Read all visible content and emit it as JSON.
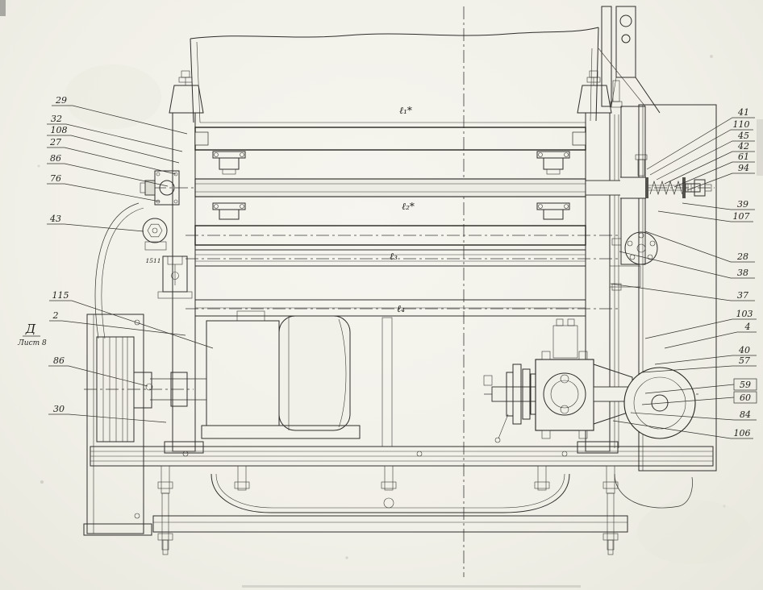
{
  "drawing": {
    "view_letter": "Д",
    "view_sheet": "Лист 8",
    "stamp": "1511",
    "dim_labels": {
      "l1": "ℓ₁*",
      "l2": "ℓ₂*",
      "l3": "ℓ₃",
      "l4": "ℓ₄"
    }
  },
  "callouts": {
    "left": [
      "29",
      "32",
      "108",
      "27",
      "86",
      "76",
      "43",
      "115",
      "2",
      "86",
      "30"
    ],
    "right": [
      "41",
      "110",
      "45",
      "42",
      "61",
      "94",
      "39",
      "107",
      "28",
      "38",
      "37",
      "103",
      "4",
      "40",
      "57",
      "59",
      "60",
      "84",
      "106"
    ]
  }
}
